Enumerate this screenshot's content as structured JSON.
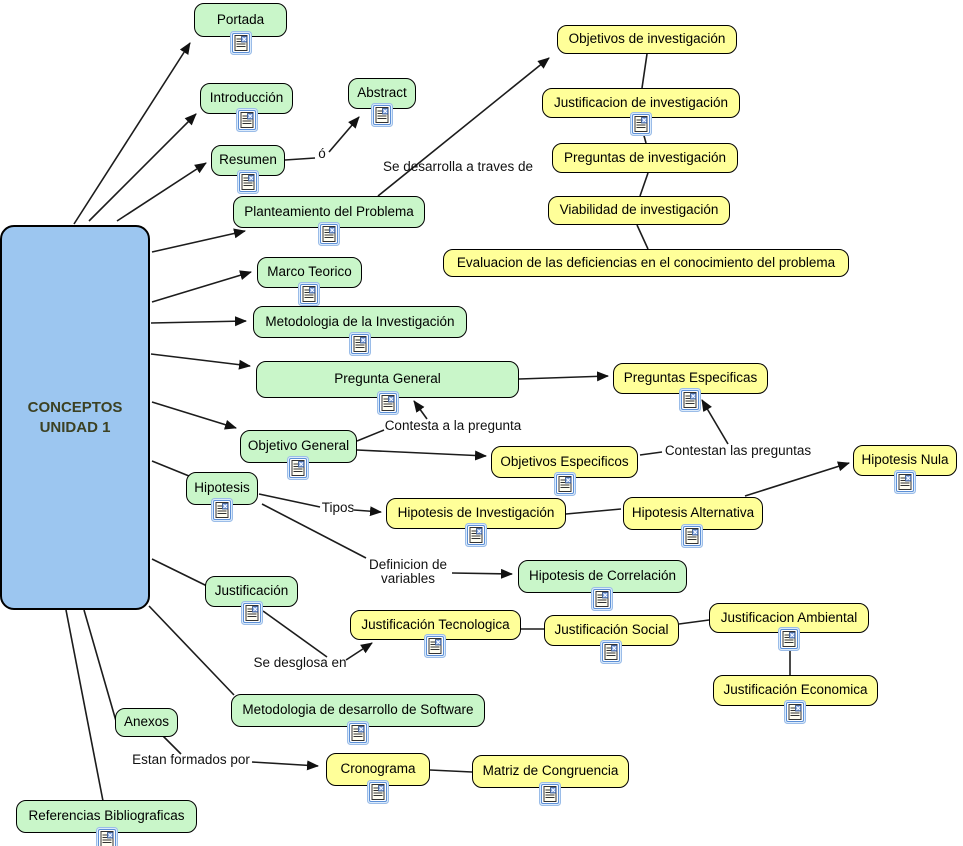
{
  "map": {
    "kind": "concept-map",
    "background": "#ffffff"
  },
  "colors": {
    "main_node_fill": "#9cc6f0",
    "main_node_text": "#3c4123",
    "green_node_fill": "#c9f6c9",
    "yellow_node_fill": "#ffff99",
    "node_border": "#000000",
    "edge_line": "#1c1c1c"
  },
  "main_node": {
    "label": "CONCEPTOS UNIDAD 1",
    "line1": "CONCEPTOS",
    "line2": "UNIDAD 1"
  },
  "nodes": [
    {
      "id": "portada",
      "label": "Portada",
      "color": "green",
      "resource_icon": true
    },
    {
      "id": "introduccion",
      "label": "Introducción",
      "color": "green",
      "resource_icon": true
    },
    {
      "id": "abstract",
      "label": "Abstract",
      "color": "green",
      "resource_icon": true
    },
    {
      "id": "resumen",
      "label": "Resumen",
      "color": "green",
      "resource_icon": true
    },
    {
      "id": "planteamiento-del-problema",
      "label": "Planteamiento del Problema",
      "color": "green",
      "resource_icon": true
    },
    {
      "id": "marco-teorico",
      "label": "Marco Teorico",
      "color": "green",
      "resource_icon": true
    },
    {
      "id": "metodologia-de-la-investigacion",
      "label": "Metodologia de la Investigación",
      "color": "green",
      "resource_icon": true
    },
    {
      "id": "pregunta-general",
      "label": "Pregunta General",
      "color": "green",
      "resource_icon": true
    },
    {
      "id": "objetivo-general",
      "label": "Objetivo General",
      "color": "green",
      "resource_icon": true
    },
    {
      "id": "hipotesis",
      "label": "Hipotesis",
      "color": "green",
      "resource_icon": true
    },
    {
      "id": "justificacion",
      "label": "Justificación",
      "color": "green",
      "resource_icon": true
    },
    {
      "id": "metodologia-de-desarrollo-de-software",
      "label": "Metodologia de desarrollo de Software",
      "color": "green",
      "resource_icon": true
    },
    {
      "id": "anexos",
      "label": "Anexos",
      "color": "green",
      "resource_icon": false
    },
    {
      "id": "referencias-bibliograficas",
      "label": "Referencias Bibliograficas",
      "color": "green",
      "resource_icon": true
    },
    {
      "id": "objetivos-de-investigacion",
      "label": "Objetivos de investigación",
      "color": "yellow",
      "resource_icon": false
    },
    {
      "id": "justificacion-de-investigacion",
      "label": "Justificacion de investigación",
      "color": "yellow",
      "resource_icon": true
    },
    {
      "id": "preguntas-de-investigacion",
      "label": "Preguntas de investigación",
      "color": "yellow",
      "resource_icon": false
    },
    {
      "id": "viabilidad-de-investigacion",
      "label": "Viabilidad de investigación",
      "color": "yellow",
      "resource_icon": false
    },
    {
      "id": "evaluacion-deficiencias",
      "label": "Evaluacion de las deficiencias en el conocimiento del problema",
      "color": "yellow",
      "resource_icon": false
    },
    {
      "id": "preguntas-especificas",
      "label": "Preguntas Especificas",
      "color": "yellow",
      "resource_icon": true
    },
    {
      "id": "objetivos-especificos",
      "label": "Objetivos Especificos",
      "color": "yellow",
      "resource_icon": true
    },
    {
      "id": "hipotesis-nula",
      "label": "Hipotesis Nula",
      "color": "yellow",
      "resource_icon": true
    },
    {
      "id": "hipotesis-de-investigacion",
      "label": "Hipotesis de Investigación",
      "color": "yellow",
      "resource_icon": true
    },
    {
      "id": "hipotesis-alternativa",
      "label": "Hipotesis Alternativa",
      "color": "yellow",
      "resource_icon": true
    },
    {
      "id": "hipotesis-de-correlacion",
      "label": "Hipotesis de Correlación",
      "color": "green",
      "resource_icon": true
    },
    {
      "id": "justificacion-tecnologica",
      "label": "Justificación Tecnologica",
      "color": "yellow",
      "resource_icon": true
    },
    {
      "id": "justificacion-social",
      "label": "Justificación Social",
      "color": "yellow",
      "resource_icon": true
    },
    {
      "id": "justificacion-ambiental",
      "label": "Justificacion Ambiental",
      "color": "yellow",
      "resource_icon": true
    },
    {
      "id": "justificacion-economica",
      "label": "Justificación Economica",
      "color": "yellow",
      "resource_icon": true
    },
    {
      "id": "cronograma",
      "label": "Cronograma",
      "color": "yellow",
      "resource_icon": true
    },
    {
      "id": "matriz-de-congruencia",
      "label": "Matriz de Congruencia",
      "color": "yellow",
      "resource_icon": true
    }
  ],
  "edge_labels": [
    {
      "id": "o",
      "text": "ó"
    },
    {
      "id": "se-desarrolla",
      "text": "Se desarrolla a traves de"
    },
    {
      "id": "contesta",
      "text": "Contesta a la pregunta"
    },
    {
      "id": "contestan",
      "text": "Contestan las preguntas"
    },
    {
      "id": "tipos",
      "text": "Tipos"
    },
    {
      "id": "definicion",
      "text": "Definicion de variables"
    },
    {
      "id": "se-desglosa",
      "text": "Se desglosa en"
    },
    {
      "id": "estan-formados",
      "text": "Estan formados por"
    }
  ],
  "edges": [
    {
      "from": "conceptos-unidad-1",
      "to": "portada",
      "arrow": true
    },
    {
      "from": "conceptos-unidad-1",
      "to": "introduccion",
      "arrow": true
    },
    {
      "from": "conceptos-unidad-1",
      "to": "resumen",
      "arrow": true
    },
    {
      "from": "conceptos-unidad-1",
      "to": "planteamiento-del-problema",
      "arrow": true
    },
    {
      "from": "conceptos-unidad-1",
      "to": "marco-teorico",
      "arrow": true
    },
    {
      "from": "conceptos-unidad-1",
      "to": "metodologia-de-la-investigacion",
      "arrow": true
    },
    {
      "from": "conceptos-unidad-1",
      "to": "pregunta-general",
      "arrow": true
    },
    {
      "from": "conceptos-unidad-1",
      "to": "objetivo-general",
      "arrow": true
    },
    {
      "from": "conceptos-unidad-1",
      "to": "hipotesis",
      "arrow": false
    },
    {
      "from": "conceptos-unidad-1",
      "to": "justificacion",
      "arrow": false
    },
    {
      "from": "conceptos-unidad-1",
      "to": "metodologia-de-desarrollo-de-software",
      "arrow": false
    },
    {
      "from": "conceptos-unidad-1",
      "to": "anexos",
      "arrow": false
    },
    {
      "from": "conceptos-unidad-1",
      "to": "referencias-bibliograficas",
      "arrow": false
    },
    {
      "from": "resumen",
      "to": "abstract",
      "label": "ó",
      "arrow": true
    },
    {
      "from": "planteamiento-del-problema",
      "to": "objetivos-de-investigacion",
      "label": "Se desarrolla a traves de",
      "arrow": true
    },
    {
      "from": "objetivos-de-investigacion",
      "to": "justificacion-de-investigacion",
      "arrow": false
    },
    {
      "from": "justificacion-de-investigacion",
      "to": "preguntas-de-investigacion",
      "arrow": false
    },
    {
      "from": "preguntas-de-investigacion",
      "to": "viabilidad-de-investigacion",
      "arrow": false
    },
    {
      "from": "viabilidad-de-investigacion",
      "to": "evaluacion-deficiencias",
      "arrow": false
    },
    {
      "from": "pregunta-general",
      "to": "preguntas-especificas",
      "arrow": true
    },
    {
      "from": "objetivo-general",
      "to": "pregunta-general",
      "label": "Contesta a la pregunta",
      "arrow": true
    },
    {
      "from": "objetivo-general",
      "to": "objetivos-especificos",
      "arrow": true
    },
    {
      "from": "objetivos-especificos",
      "to": "preguntas-especificas",
      "label": "Contestan las preguntas",
      "arrow": true
    },
    {
      "from": "hipotesis",
      "to": "hipotesis-de-investigacion",
      "label": "Tipos",
      "arrow": true
    },
    {
      "from": "hipotesis",
      "to": "hipotesis-de-correlacion",
      "label": "Definicion de variables",
      "arrow": true
    },
    {
      "from": "hipotesis-de-investigacion",
      "to": "hipotesis-alternativa",
      "arrow": false
    },
    {
      "from": "hipotesis-alternativa",
      "to": "hipotesis-nula",
      "arrow": true
    },
    {
      "from": "justificacion",
      "to": "justificacion-tecnologica",
      "label": "Se desglosa en",
      "arrow": true
    },
    {
      "from": "justificacion-tecnologica",
      "to": "justificacion-social",
      "arrow": false
    },
    {
      "from": "justificacion-social",
      "to": "justificacion-ambiental",
      "arrow": false
    },
    {
      "from": "justificacion-ambiental",
      "to": "justificacion-economica",
      "arrow": false
    },
    {
      "from": "anexos",
      "to": "cronograma",
      "label": "Estan formados por",
      "arrow": true
    },
    {
      "from": "cronograma",
      "to": "matriz-de-congruencia",
      "arrow": false
    }
  ],
  "icons": {
    "resource": "document-resource-icon"
  }
}
